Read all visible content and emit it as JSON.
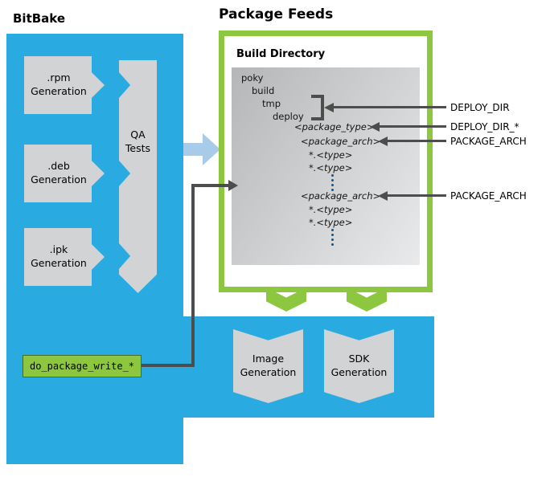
{
  "titles": {
    "bitbake": "BitBake",
    "package_feeds": "Package Feeds",
    "build_directory": "Build Directory"
  },
  "bitbake": {
    "generators": [
      {
        "line1": ".rpm",
        "line2": "Generation"
      },
      {
        "line1": ".deb",
        "line2": "Generation"
      },
      {
        "line1": ".ipk",
        "line2": "Generation"
      }
    ],
    "qa": {
      "line1": "QA",
      "line2": "Tests"
    },
    "do_package_write": "do_package_write_*"
  },
  "build_tree": {
    "plain": [
      "poky",
      "build",
      "tmp",
      "deploy"
    ],
    "package_type": "<package_type>",
    "groups": [
      {
        "arch": "<package_arch>",
        "files": [
          "*.<type>",
          "*.<type>"
        ]
      },
      {
        "arch": "<package_arch>",
        "files": [
          "*.<type>",
          "*.<type>"
        ]
      }
    ]
  },
  "annotations": {
    "deploy_dir": "DEPLOY_DIR",
    "deploy_dir_star": "DEPLOY_DIR_*",
    "package_arch_top": "PACKAGE_ARCH",
    "package_arch_bottom": "PACKAGE_ARCH"
  },
  "outputs": {
    "image": {
      "line1": "Image",
      "line2": "Generation"
    },
    "sdk": {
      "line1": "SDK",
      "line2": "Generation"
    }
  },
  "colors": {
    "cyan": "#29ABE2",
    "green": "#8DC63F",
    "gray_box": "#D1D3D4",
    "dark_arrow": "#4D4D4D",
    "light_blue_arrow": "#A7CBE9",
    "dots": "#1F4E79"
  }
}
